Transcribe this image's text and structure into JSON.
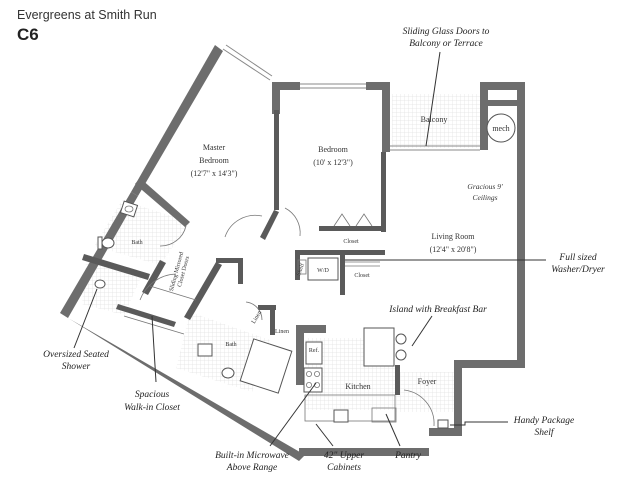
{
  "header": {
    "community_name": "Evergreens at Smith Run",
    "unit_code": "C6"
  },
  "rooms": {
    "master_bedroom": {
      "name_line1": "Master",
      "name_line2": "Bedroom",
      "dimensions": "(12'7\" x 14'3\")"
    },
    "bedroom": {
      "name": "Bedroom",
      "dimensions": "(10' x 12'3\")"
    },
    "living_room": {
      "name": "Living Room",
      "dimensions": "(12'4\" x 20'8\")"
    },
    "balcony": "Balcony",
    "mech": "mech",
    "bath_master": "Bath",
    "bath_second": "Bath",
    "closet_bedroom": "Closet",
    "closet_small": "Closet",
    "wd": "W/D",
    "shelf": "Shelf",
    "linen": "Linen",
    "ref": "Ref.",
    "kitchen": "Kitchen",
    "foyer": "Foyer",
    "ceilings_line1": "Gracious 9'",
    "ceilings_line2": "Ceilings",
    "closet_note_line1": "Sliding Mirrored",
    "closet_note_line2": "Closet Doors"
  },
  "callouts": {
    "sliding_doors_line1": "Sliding Glass Doors to",
    "sliding_doors_line2": "Balcony or Terrace",
    "washer_line1": "Full sized",
    "washer_line2": "Washer/Dryer",
    "island": "Island with Breakfast Bar",
    "shower_line1": "Oversized Seated",
    "shower_line2": "Shower",
    "walkin_line1": "Spacious",
    "walkin_line2": "Walk-in Closet",
    "microwave_line1": "Built-in Microwave",
    "microwave_line2": "Above Range",
    "cabinets_line1": "42\" Upper",
    "cabinets_line2": "Cabinets",
    "pantry": "Pantry",
    "package_line1": "Handy Package",
    "package_line2": "Shelf"
  },
  "colors": {
    "wall": "#6d6d6d",
    "text": "#1f1f1f",
    "background": "#ffffff"
  }
}
